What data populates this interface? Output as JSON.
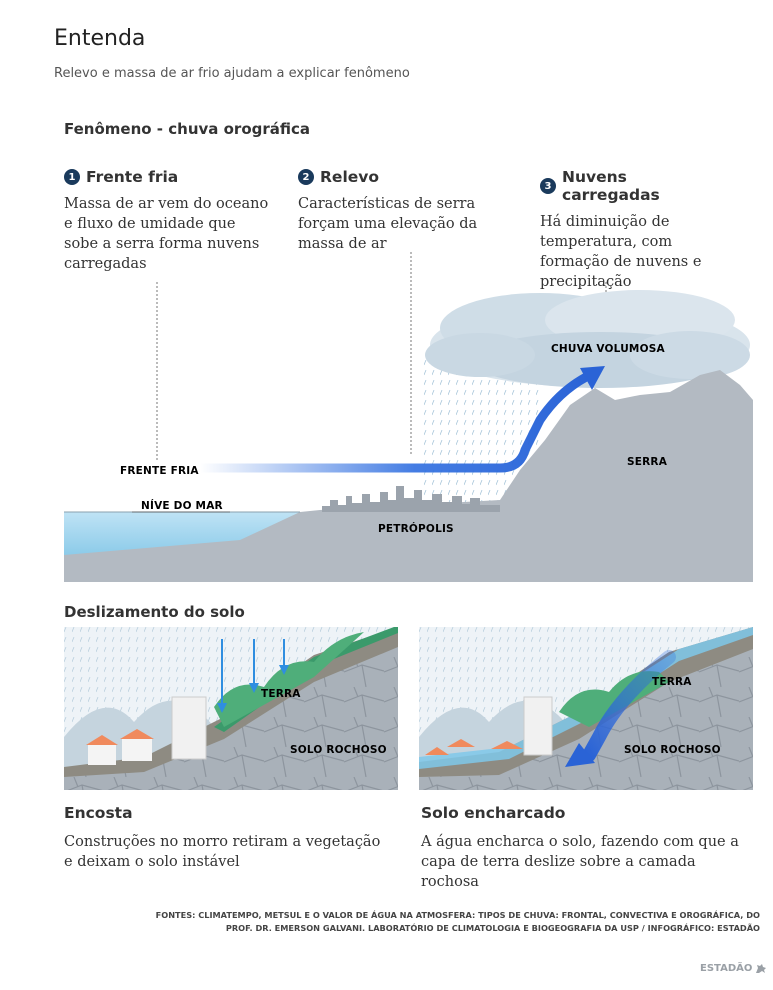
{
  "header": {
    "title": "Entenda",
    "subtitle": "Relevo e massa de ar frio ajudam a explicar fenômeno"
  },
  "orographic": {
    "section_title": "Fenômeno - chuva orográfica",
    "steps": [
      {
        "number": "1",
        "title": "Frente fria",
        "text": "Massa de ar vem do oceano e fluxo de umidade que sobe a serra forma nuvens carregadas"
      },
      {
        "number": "2",
        "title": "Relevo",
        "text": "Características de serra forçam uma elevação da massa de ar"
      },
      {
        "number": "3",
        "title": "Nuvens carregadas",
        "text": "Há diminuição de temperatura, com formação de nuvens e precipitação"
      }
    ],
    "labels": {
      "cold_front": "FRENTE FRIA",
      "sea_level": "NÍVE DO MAR",
      "city": "PETRÓPOLIS",
      "mountain": "SERRA",
      "heavy_rain": "CHUVA VOLUMOSA"
    }
  },
  "landslide": {
    "section_title": "Deslizamento do solo",
    "panels": [
      {
        "title": "Encosta",
        "text": "Construções no morro retiram a vegetação e deixam o solo instável",
        "soil_label": "TERRA",
        "rock_label": "SOLO ROCHOSO"
      },
      {
        "title": "Solo encharcado",
        "text": "A água encharca o solo, fazendo com que a capa de terra deslize sobre a camada rochosa",
        "soil_label": "TERRA",
        "rock_label": "SOLO ROCHOSO"
      }
    ]
  },
  "footer": {
    "sources_line1": "FONTES: CLIMATEMPO, METSUL E O VALOR DE ÁGUA NA ATMOSFERA: TIPOS DE CHUVA: FRONTAL, CONVECTIVA E OROGRÁFICA, DO",
    "sources_line2": "PROF. DR. EMERSON GALVANI. LABORATÓRIO DE CLIMATOLOGIA E BIOGEOGRAFIA DA USP / INFOGRÁFICO: ESTADÃO",
    "brand": "ESTADÃO"
  },
  "colors": {
    "sky": "#ffffff",
    "ground": "#b3bac2",
    "sea": "#a9d7ef",
    "cloud": "#c9d8e3",
    "arrow": "#2f6ee0",
    "rock": "#aeb5bd",
    "soil": "#8e8b82",
    "vegetation": "#3b9a6b",
    "accent_dark": "#1a3a5c"
  }
}
